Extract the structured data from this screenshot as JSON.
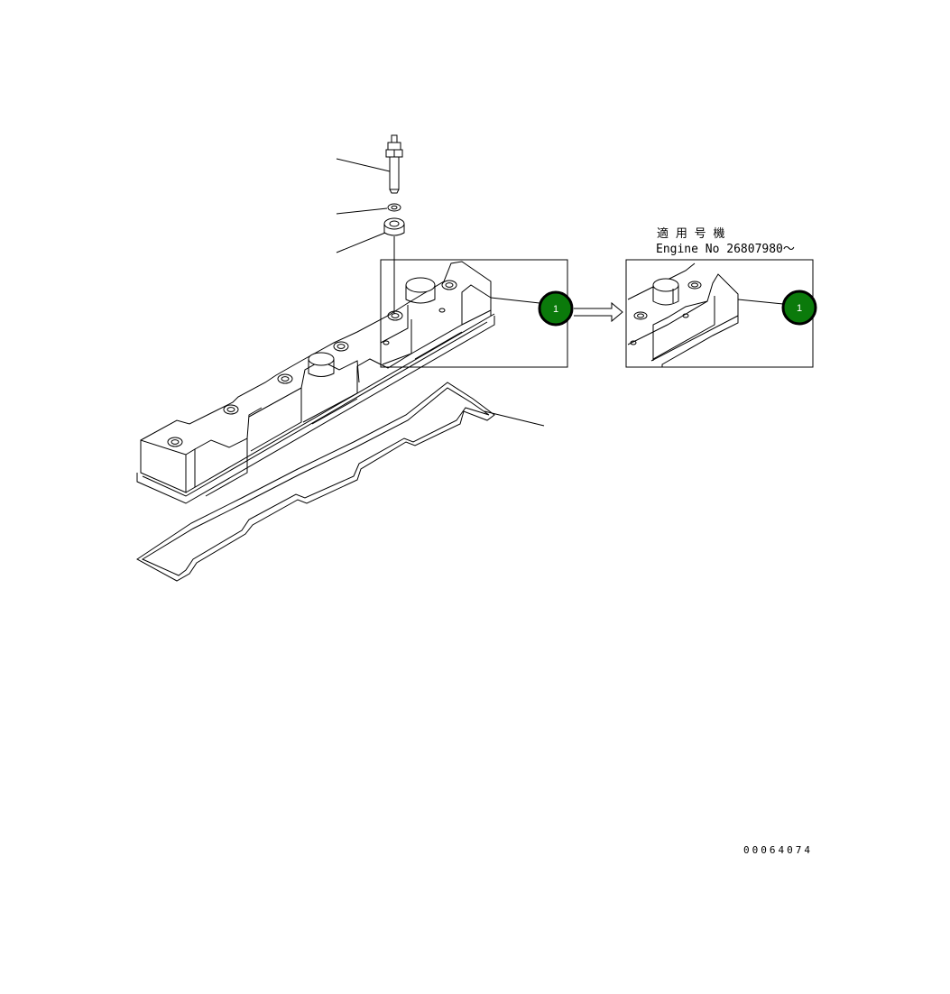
{
  "drawing": {
    "applicability_label": "適 用 号 機",
    "serial_label": "Engine No 26807980～",
    "drawing_number": "00064074"
  },
  "callouts": [
    {
      "label": "1"
    },
    {
      "label": "1"
    }
  ],
  "colors": {
    "line": "#000000",
    "callout_fill": "#0b7a0b",
    "callout_ring": "#000000",
    "background": "#ffffff"
  }
}
